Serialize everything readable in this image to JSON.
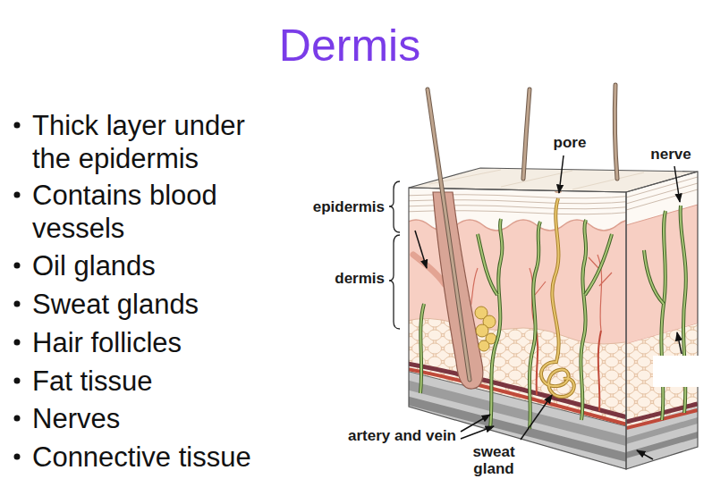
{
  "diagram": {
    "title": "Dermis",
    "labels": [
      "Thick layer under the epidermis",
      "Contains blood vessels",
      "Oil glands",
      "Sweat glands",
      "Hair follicles",
      "Fat tissue",
      "Nerves",
      "Connective tissue",
      "pore",
      "nerve",
      "epidermis",
      "dermis",
      "artery and vein",
      "sweat gland"
    ]
  }
}
